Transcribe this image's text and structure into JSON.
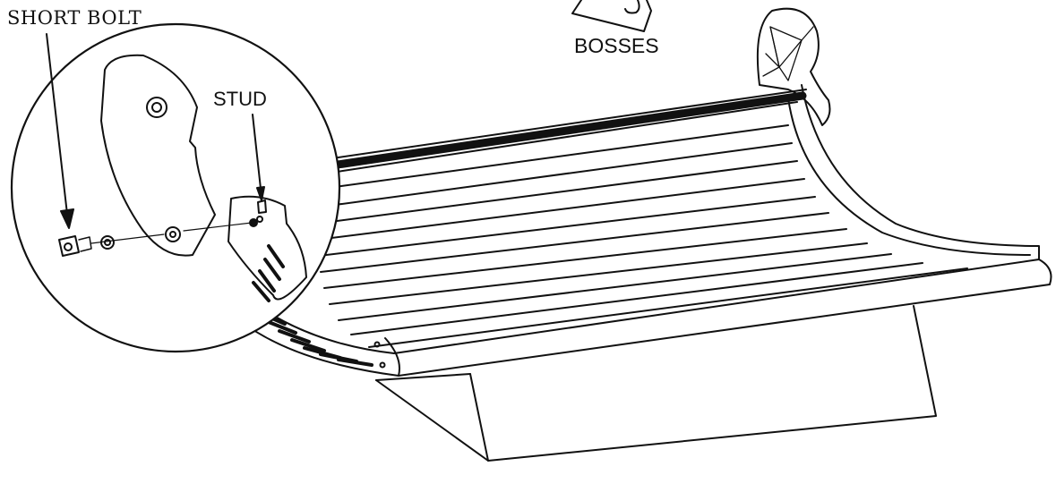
{
  "figure": {
    "labels": {
      "short_bolt": "SHORT BOLT",
      "stud": "STUD",
      "bosses": "BOSSES"
    },
    "line_color": "#111111",
    "background": "#ffffff"
  }
}
